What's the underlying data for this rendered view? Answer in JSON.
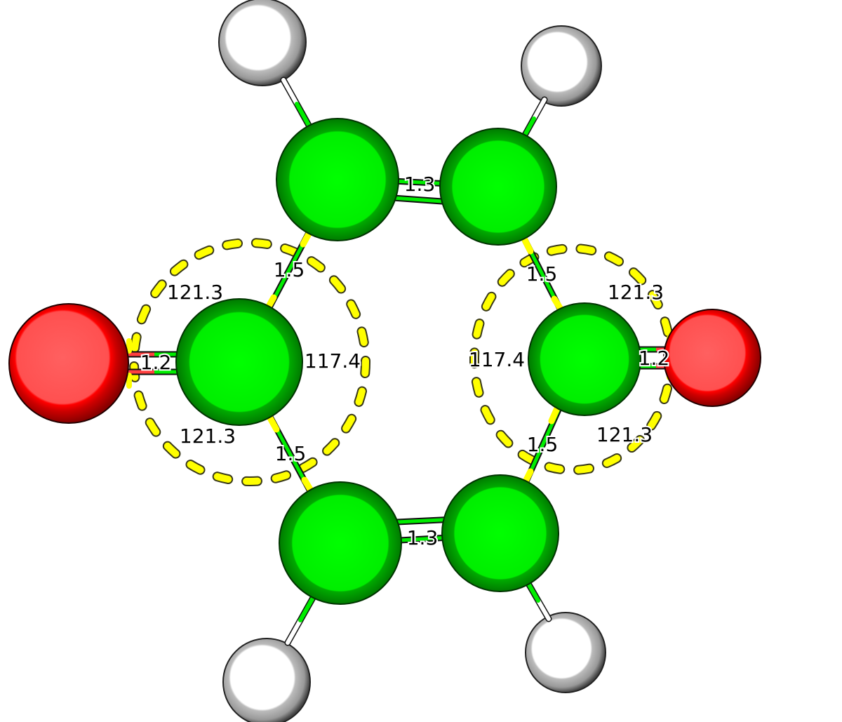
{
  "labels": {
    "bond_c1_c2_top": "1.3",
    "bond_c5_c6_bottom": "1.3",
    "bond_c1_c3": "1.5",
    "bond_c2_c4": "1.5",
    "bond_c3_c5": "1.5",
    "bond_c4_c6": "1.5",
    "bond_co_left": "1.2",
    "bond_co_right": "1.2",
    "angle_left_top": "121.3",
    "angle_left_bottom": "121.3",
    "angle_left_inner": "117.4",
    "angle_right_top": "121.3",
    "angle_right_bottom": "121.3",
    "angle_right_inner": "117.4"
  },
  "colors": {
    "carbon": "#00ee00",
    "carbon_dark": "#008800",
    "oxygen": "#ff5555",
    "oxygen_dark": "#990000",
    "hydrogen": "#ffffff",
    "hydrogen_dark": "#555555",
    "measure": "#ffff00"
  }
}
